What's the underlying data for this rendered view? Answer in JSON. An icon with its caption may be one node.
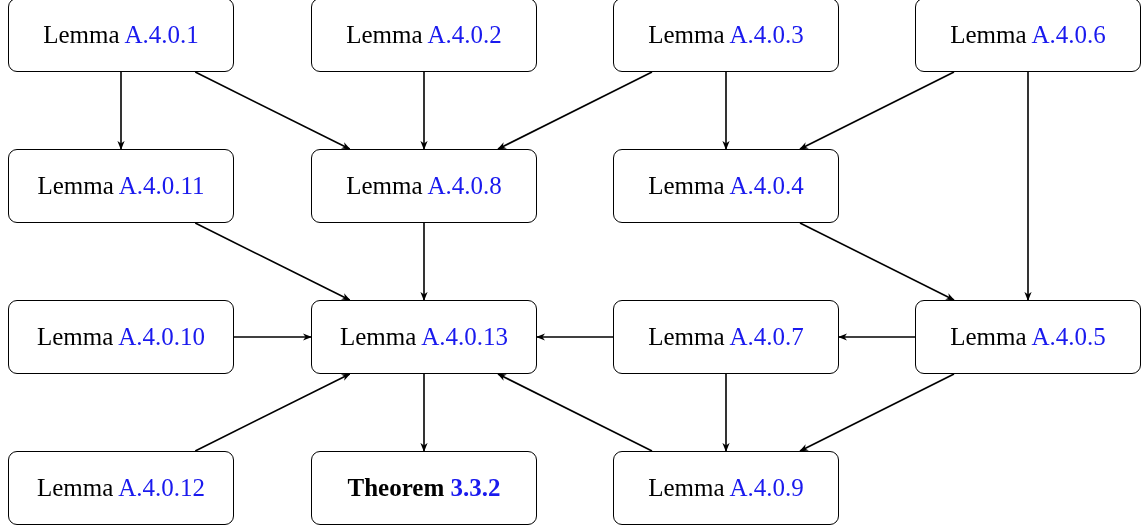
{
  "diagram": {
    "nodes": [
      {
        "text": [
          "Lemma A.4.0.1"
        ]
      },
      {
        "text": [
          "Lemma A.4.0.2"
        ]
      },
      {
        "text": [
          "Lemma A.4.0.3"
        ]
      },
      {
        "text": [
          "Lemma A.4.0.6"
        ]
      },
      {
        "text": [
          "Lemma A.4.0.11"
        ]
      },
      {
        "text": [
          "Lemma A.4.0.8"
        ]
      },
      {
        "text": [
          "Lemma A.4.0.4"
        ]
      },
      {
        "text": [
          "Lemma A.4.0.10"
        ]
      },
      {
        "text": [
          "Lemma A.4.0.13"
        ]
      },
      {
        "text": [
          "Lemma A.4.0.7"
        ]
      },
      {
        "text": [
          "Lemma A.4.0.5"
        ]
      },
      {
        "text": [
          "Lemma A.4.0.12"
        ]
      },
      {
        "text": [
          "Theorem 3.3.2"
        ]
      },
      {
        "text": [
          "Lemma A.4.0.9"
        ]
      }
    ],
    "edges": [
      {
        "from": 0,
        "to": 4,
        "arrow": "to"
      },
      {
        "from": 0,
        "to": 5,
        "arrow": "to"
      },
      {
        "from": 1,
        "to": 5,
        "arrow": "to"
      },
      {
        "from": 2,
        "to": 5,
        "arrow": "to"
      },
      {
        "from": 2,
        "to": 6,
        "arrow": "to"
      },
      {
        "from": 3,
        "to": 6,
        "arrow": "to"
      },
      {
        "from": 3,
        "to": 10,
        "arrow": "to"
      },
      {
        "from": 4,
        "to": 8,
        "arrow": "to"
      },
      {
        "from": 5,
        "to": 8,
        "arrow": "to"
      },
      {
        "from": 6,
        "to": 10,
        "arrow": "to"
      },
      {
        "from": 7,
        "to": 8,
        "arrow": "to"
      },
      {
        "from": 9,
        "to": 8,
        "arrow": "to"
      },
      {
        "from": 10,
        "to": 9,
        "arrow": "to"
      },
      {
        "from": 11,
        "to": 8,
        "arrow": "to"
      },
      {
        "from": 8,
        "to": 12,
        "arrow": "to"
      },
      {
        "from": 9,
        "to": 13,
        "arrow": "to"
      },
      {
        "from": 10,
        "to": 13,
        "arrow": "to"
      },
      {
        "from": 13,
        "to": 8,
        "arrow": "to"
      }
    ]
  }
}
